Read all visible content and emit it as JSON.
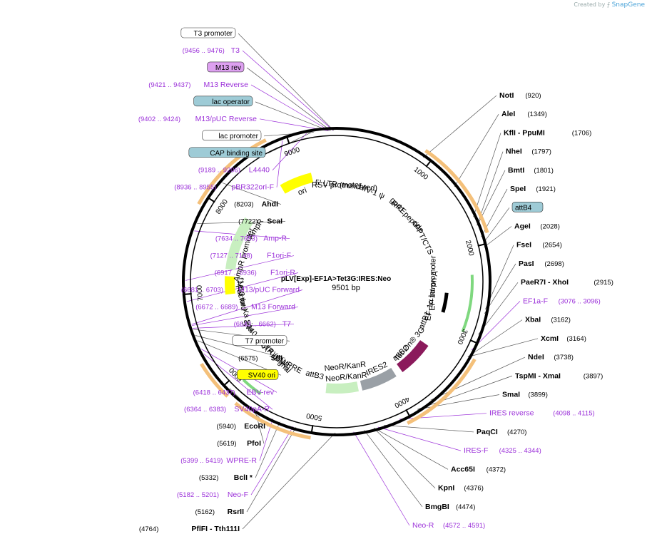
{
  "credit": {
    "prefix": "Created by",
    "brand": "SnapGene"
  },
  "plasmid": {
    "name": "pLV[Exp]-EF1A>Tet3G:IRES:Neo",
    "length": "9501 bp"
  },
  "colors": {
    "site_label": "#000000",
    "primer_label": "#9b30d9",
    "backbone": "#000000",
    "feature_orange": "#f4c07a",
    "feature_green": "#7fd87f",
    "feature_yellow": "#ffff00",
    "feature_magenta": "#8b1a5c",
    "feature_gray": "#9aa0a6",
    "feature_peach": "#fcd9b6",
    "tag_teal": "#9ecbd6",
    "tag_lilac": "#dda0f0"
  },
  "ticks": [
    {
      "label": "1000",
      "pos": 1000
    },
    {
      "label": "2000",
      "pos": 2000
    },
    {
      "label": "3000",
      "pos": 3000
    },
    {
      "label": "4000",
      "pos": 4000
    },
    {
      "label": "5000",
      "pos": 5000
    },
    {
      "label": "6000",
      "pos": 6000
    },
    {
      "label": "7000",
      "pos": 7000
    },
    {
      "label": "8000",
      "pos": 8000
    },
    {
      "label": "9000",
      "pos": 9000
    }
  ],
  "right_labels": [
    {
      "name": "NotI",
      "coord": "(920)",
      "kind": "site",
      "pos": 920
    },
    {
      "name": "AleI",
      "coord": "(1349)",
      "kind": "site",
      "pos": 1349
    },
    {
      "name": "KflI  - PpuMI",
      "coord": "(1706)",
      "kind": "site",
      "pos": 1706
    },
    {
      "name": "NheI",
      "coord": "(1797)",
      "kind": "site",
      "pos": 1797
    },
    {
      "name": "BmtI",
      "coord": "(1801)",
      "kind": "site",
      "pos": 1801
    },
    {
      "name": "SpeI",
      "coord": "(1921)",
      "kind": "site",
      "pos": 1921
    },
    {
      "name": "attB4",
      "coord": "",
      "kind": "tag",
      "pos": 1990
    },
    {
      "name": "AgeI",
      "coord": "(2028)",
      "kind": "site",
      "pos": 2028
    },
    {
      "name": "FseI",
      "coord": "(2654)",
      "kind": "site",
      "pos": 2654
    },
    {
      "name": "PasI",
      "coord": "(2698)",
      "kind": "site",
      "pos": 2698
    },
    {
      "name": "PaeR7I  - XhoI",
      "coord": "(2915)",
      "kind": "site",
      "pos": 2915
    },
    {
      "name": "EF1a-F",
      "coord": "(3076 .. 3096)",
      "kind": "primer",
      "pos": 3086
    },
    {
      "name": "XbaI",
      "coord": "(3162)",
      "kind": "site",
      "pos": 3162
    },
    {
      "name": "XcmI",
      "coord": "(3164)",
      "kind": "site",
      "pos": 3164
    },
    {
      "name": "NdeI",
      "coord": "(3738)",
      "kind": "site",
      "pos": 3738
    },
    {
      "name": "TspMI  - XmaI",
      "coord": "(3897)",
      "kind": "site",
      "pos": 3897
    },
    {
      "name": "SmaI",
      "coord": "(3899)",
      "kind": "site",
      "pos": 3899
    },
    {
      "name": "IRES reverse",
      "coord": "(4098 .. 4115)",
      "kind": "primer",
      "pos": 4106
    },
    {
      "name": "PaqCI",
      "coord": "(4270)",
      "kind": "site",
      "pos": 4270
    },
    {
      "name": "IRES-F",
      "coord": "(4325 .. 4344)",
      "kind": "primer",
      "pos": 4334
    },
    {
      "name": "Acc65I",
      "coord": "(4372)",
      "kind": "site",
      "pos": 4372
    },
    {
      "name": "KpnI",
      "coord": "(4376)",
      "kind": "site",
      "pos": 4376
    },
    {
      "name": "BmgBI",
      "coord": "(4474)",
      "kind": "site",
      "pos": 4474
    },
    {
      "name": "Neo-R",
      "coord": "(4572 .. 4591)",
      "kind": "primer",
      "pos": 4581
    }
  ],
  "left_labels": [
    {
      "name": "Tth111I",
      "prefix": "(4764)",
      "mid": "PflFI  -",
      "kind": "site",
      "pos": 4764
    },
    {
      "name": "RsrII",
      "prefix": "(5162)",
      "kind": "site",
      "pos": 5162
    },
    {
      "name": "Neo-F",
      "prefix": "(5182 .. 5201)",
      "kind": "primer",
      "pos": 5191
    },
    {
      "name": "BclI *",
      "prefix": "(5332)",
      "kind": "site",
      "pos": 5332
    },
    {
      "name": "WPRE-R",
      "prefix": "(5399 .. 5419)",
      "kind": "primer",
      "pos": 5409
    },
    {
      "name": "PfoI",
      "prefix": "(5619)",
      "kind": "site",
      "pos": 5619
    },
    {
      "name": "EcoRI",
      "prefix": "(5940)",
      "kind": "site",
      "pos": 5940
    },
    {
      "name": "SV40pA-R",
      "prefix": "(6364 .. 6383)",
      "kind": "primer",
      "pos": 6373
    },
    {
      "name": "EBV-rev",
      "prefix": "(6418 .. 6437)",
      "kind": "primer",
      "pos": 6427
    },
    {
      "name": "SV40 ori",
      "prefix": "",
      "kind": "tag-yellow",
      "pos": 6520
    },
    {
      "name": "SfiI",
      "prefix": "(6575)",
      "kind": "site",
      "pos": 6575
    },
    {
      "name": "T7 promoter",
      "prefix": "",
      "kind": "tag-white",
      "pos": 6640
    },
    {
      "name": "T7",
      "prefix": "(6643 .. 6662)",
      "kind": "primer",
      "pos": 6652
    },
    {
      "name": "M13 Forward",
      "prefix": "(6672 .. 6689)",
      "kind": "primer",
      "pos": 6680
    },
    {
      "name": "M13/pUC Forward",
      "prefix": "(6681 .. 6703)",
      "kind": "primer",
      "pos": 6692
    },
    {
      "name": "F1ori-R",
      "prefix": "(6917 .. 6936)",
      "kind": "primer",
      "pos": 6926
    },
    {
      "name": "F1ori-F",
      "prefix": "(7127 .. 7148)",
      "kind": "primer",
      "pos": 7137
    },
    {
      "name": "Amp-R",
      "prefix": "(7634 .. 7653)",
      "kind": "primer",
      "pos": 7643
    },
    {
      "name": "ScaI",
      "prefix": "(7722)",
      "kind": "site",
      "pos": 7722
    },
    {
      "name": "AhdI",
      "prefix": "(8203)",
      "kind": "site",
      "pos": 8203
    },
    {
      "name": "pBR322ori-F",
      "prefix": "(8936 .. 8955)",
      "kind": "primer",
      "pos": 8945
    },
    {
      "name": "L4440",
      "prefix": "(9189 .. 9206)",
      "kind": "primer",
      "pos": 9197
    },
    {
      "name": "CAP binding site",
      "prefix": "",
      "kind": "tag-teal",
      "pos": 9240
    },
    {
      "name": "lac promoter",
      "prefix": "",
      "kind": "tag-white",
      "pos": 9270
    },
    {
      "name": "M13/pUC Reverse",
      "prefix": "(9402 .. 9424)",
      "kind": "primer",
      "pos": 9413
    },
    {
      "name": "lac operator",
      "prefix": "",
      "kind": "tag-teal",
      "pos": 9420
    },
    {
      "name": "M13 Reverse",
      "prefix": "(9421 .. 9437)",
      "kind": "primer",
      "pos": 9429
    },
    {
      "name": "M13 rev",
      "prefix": "",
      "kind": "tag-lilac",
      "pos": 9440
    },
    {
      "name": "T3",
      "prefix": "(9456 .. 9476)",
      "kind": "primer",
      "pos": 9466
    },
    {
      "name": "T3 promoter",
      "prefix": "",
      "kind": "tag-white",
      "pos": 9470
    }
  ],
  "inner_labels": [
    {
      "text": "RSV promoter",
      "pos": 9500
    },
    {
      "text": "5' LTR (truncated)",
      "pos": 150
    },
    {
      "text": "HIV-1 ψ",
      "pos": 560
    },
    {
      "text": "RRE",
      "pos": 1050
    },
    {
      "text": "gp41 peptide",
      "pos": 1230
    },
    {
      "text": "cPPT/CTS",
      "pos": 1660
    },
    {
      "text": "EF-1α promoter",
      "pos": 2400
    },
    {
      "text": "EF-1α intron A",
      "pos": 2600
    },
    {
      "text": "attB1",
      "pos": 3000
    },
    {
      "text": "Tet-On® 3G",
      "pos": 3450
    },
    {
      "text": "attB2",
      "pos": 3650
    },
    {
      "text": "IRES2",
      "pos": 4100
    },
    {
      "text": "NeoR/KanR",
      "pos": 4600
    },
    {
      "text": "attB3",
      "pos": 5100
    },
    {
      "text": "WPRE",
      "pos": 5500
    },
    {
      "text": "3' LTR (ΔU3)",
      "pos": 5850
    },
    {
      "text": "SV40 poly(A) signal",
      "pos": 6000
    },
    {
      "text": "NeoR/KanR",
      "pos": 4600,
      "inside": true
    },
    {
      "text": "Factor Xa site",
      "pos": 6700
    },
    {
      "text": "M13 fwd",
      "pos": 6900
    },
    {
      "text": "f1 ori",
      "pos": 7050
    },
    {
      "text": "AmpR promoter",
      "pos": 7550
    },
    {
      "text": "AmpR",
      "pos": 8000
    },
    {
      "text": "ori",
      "pos": 8950
    }
  ]
}
